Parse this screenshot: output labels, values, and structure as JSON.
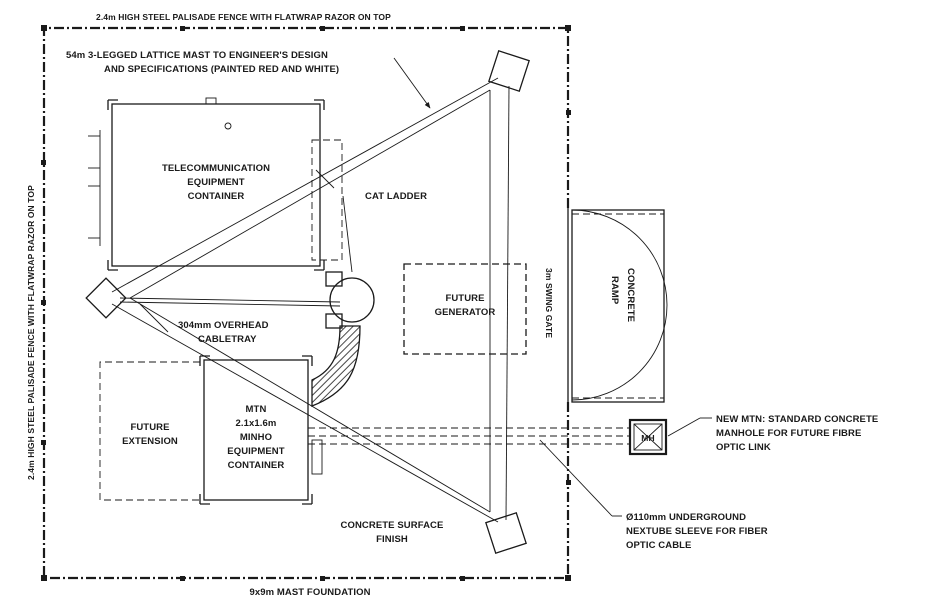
{
  "labels": {
    "fence_top": "2.4m HIGH STEEL PALISADE FENCE WITH FLATWRAP RAZOR ON TOP",
    "fence_left": "2.4m HIGH STEEL PALISADE FENCE WITH FLATWRAP RAZOR ON TOP",
    "mast_line1": "54m 3-LEGGED LATTICE MAST TO ENGINEER'S DESIGN",
    "mast_line2": "AND SPECIFICATIONS (PAINTED RED AND WHITE)",
    "telecom_line1": "TELECOMMUNICATION",
    "telecom_line2": "EQUIPMENT",
    "telecom_line3": "CONTAINER",
    "cat_ladder": "CAT LADDER",
    "cabletray_line1": "304mm OVERHEAD",
    "cabletray_line2": "CABLETRAY",
    "generator_line1": "FUTURE",
    "generator_line2": "GENERATOR",
    "swing_gate": "3m SWING GATE",
    "ramp_line1": "CONCRETE",
    "ramp_line2": "RAMP",
    "extension_line1": "FUTURE",
    "extension_line2": "EXTENSION",
    "mtn_line1": "MTN",
    "mtn_line2": "2.1x1.6m",
    "mtn_line3": "MINHO",
    "mtn_line4": "EQUIPMENT",
    "mtn_line5": "CONTAINER",
    "manhole_tag": "MH",
    "manhole_line1": "NEW MTN: STANDARD CONCRETE",
    "manhole_line2": "MANHOLE FOR FUTURE FIBRE",
    "manhole_line3": "OPTIC LINK",
    "surface_line1": "CONCRETE SURFACE",
    "surface_line2": "FINISH",
    "sleeve_line1": "Ø110mm UNDERGROUND",
    "sleeve_line2": "NEXTUBE SLEEVE FOR FIBER",
    "sleeve_line3": "OPTIC CABLE",
    "foundation": "9x9m MAST FOUNDATION"
  },
  "colors": {
    "ink": "#1a1a1a",
    "paper": "#ffffff"
  }
}
